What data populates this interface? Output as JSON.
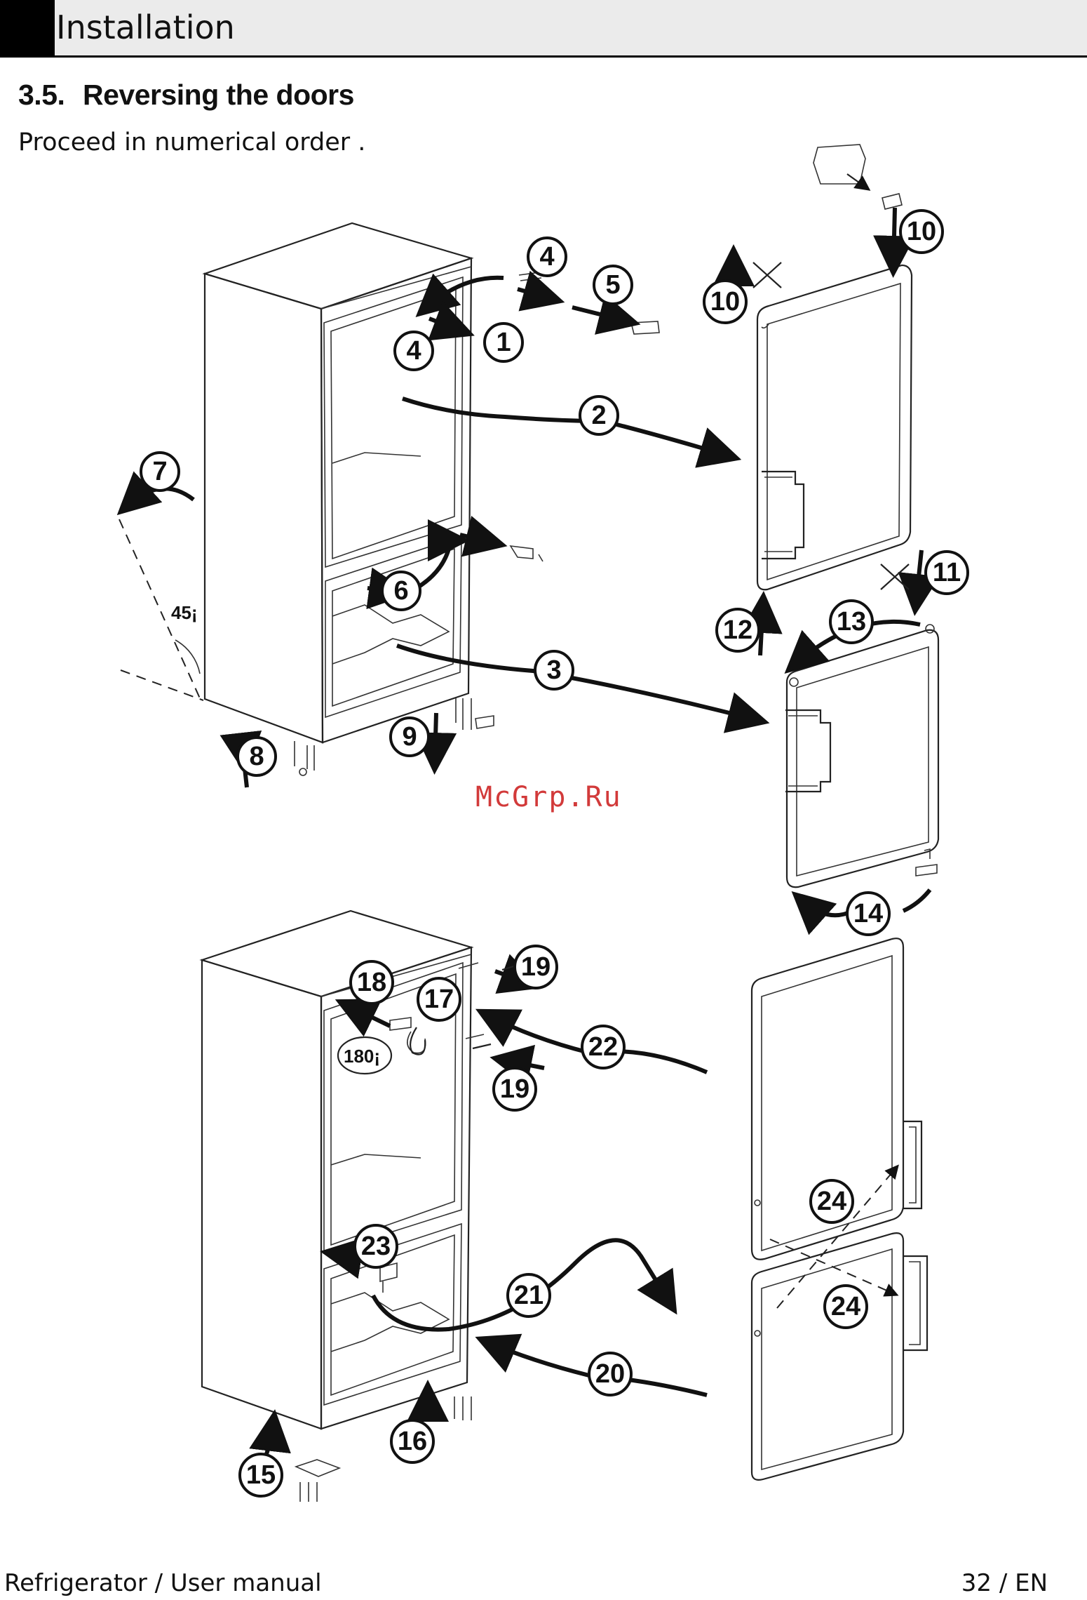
{
  "header": {
    "title": "Installation"
  },
  "section": {
    "number": "3.5.",
    "title": "Reversing the doors"
  },
  "instruction": "Proceed in numerical order .",
  "watermark": "McGrp.Ru",
  "angles": {
    "tilt": "45¡",
    "rotate": "180¡"
  },
  "steps_top": [
    "1",
    "2",
    "3",
    "4",
    "4",
    "5",
    "6",
    "7",
    "8",
    "9",
    "10",
    "10",
    "11",
    "12",
    "13",
    "14"
  ],
  "steps_bottom": [
    "15",
    "16",
    "17",
    "18",
    "19",
    "19",
    "20",
    "21",
    "22",
    "23",
    "24",
    "24"
  ],
  "footer": {
    "left": "Refrigerator / User manual",
    "right": "32 / EN"
  }
}
